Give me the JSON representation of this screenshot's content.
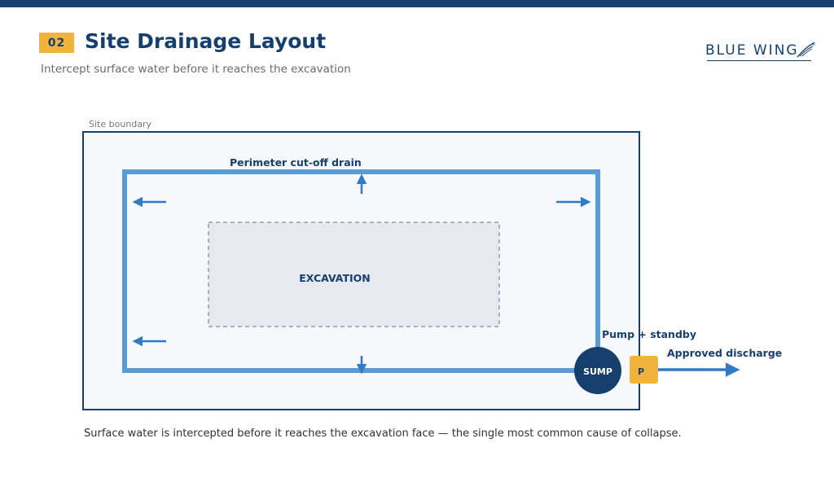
{
  "header": {
    "badge": "02",
    "title": "Site Drainage Layout",
    "subtitle": "Intercept surface water before it reaches the excavation"
  },
  "logo": {
    "text": "BLUE WING",
    "mark": "®"
  },
  "diagram": {
    "site_boundary_label": "Site boundary",
    "drain_label": "Perimeter cut-off drain",
    "excavation_label": "EXCAVATION",
    "pump_label": "Pump + standby",
    "sump_label": "SUMP",
    "pump_box_label": "P",
    "discharge_label": "Approved discharge",
    "colors": {
      "navy": "#173f6e",
      "drain": "#5b9bd5",
      "arrow": "#2f7bc6",
      "accent": "#f2b33d",
      "excavation_fill": "#e6eaf0",
      "site_fill": "#f6f8fb"
    }
  },
  "caption": "Surface water is intercepted before it reaches the excavation face — the single most common cause of collapse."
}
